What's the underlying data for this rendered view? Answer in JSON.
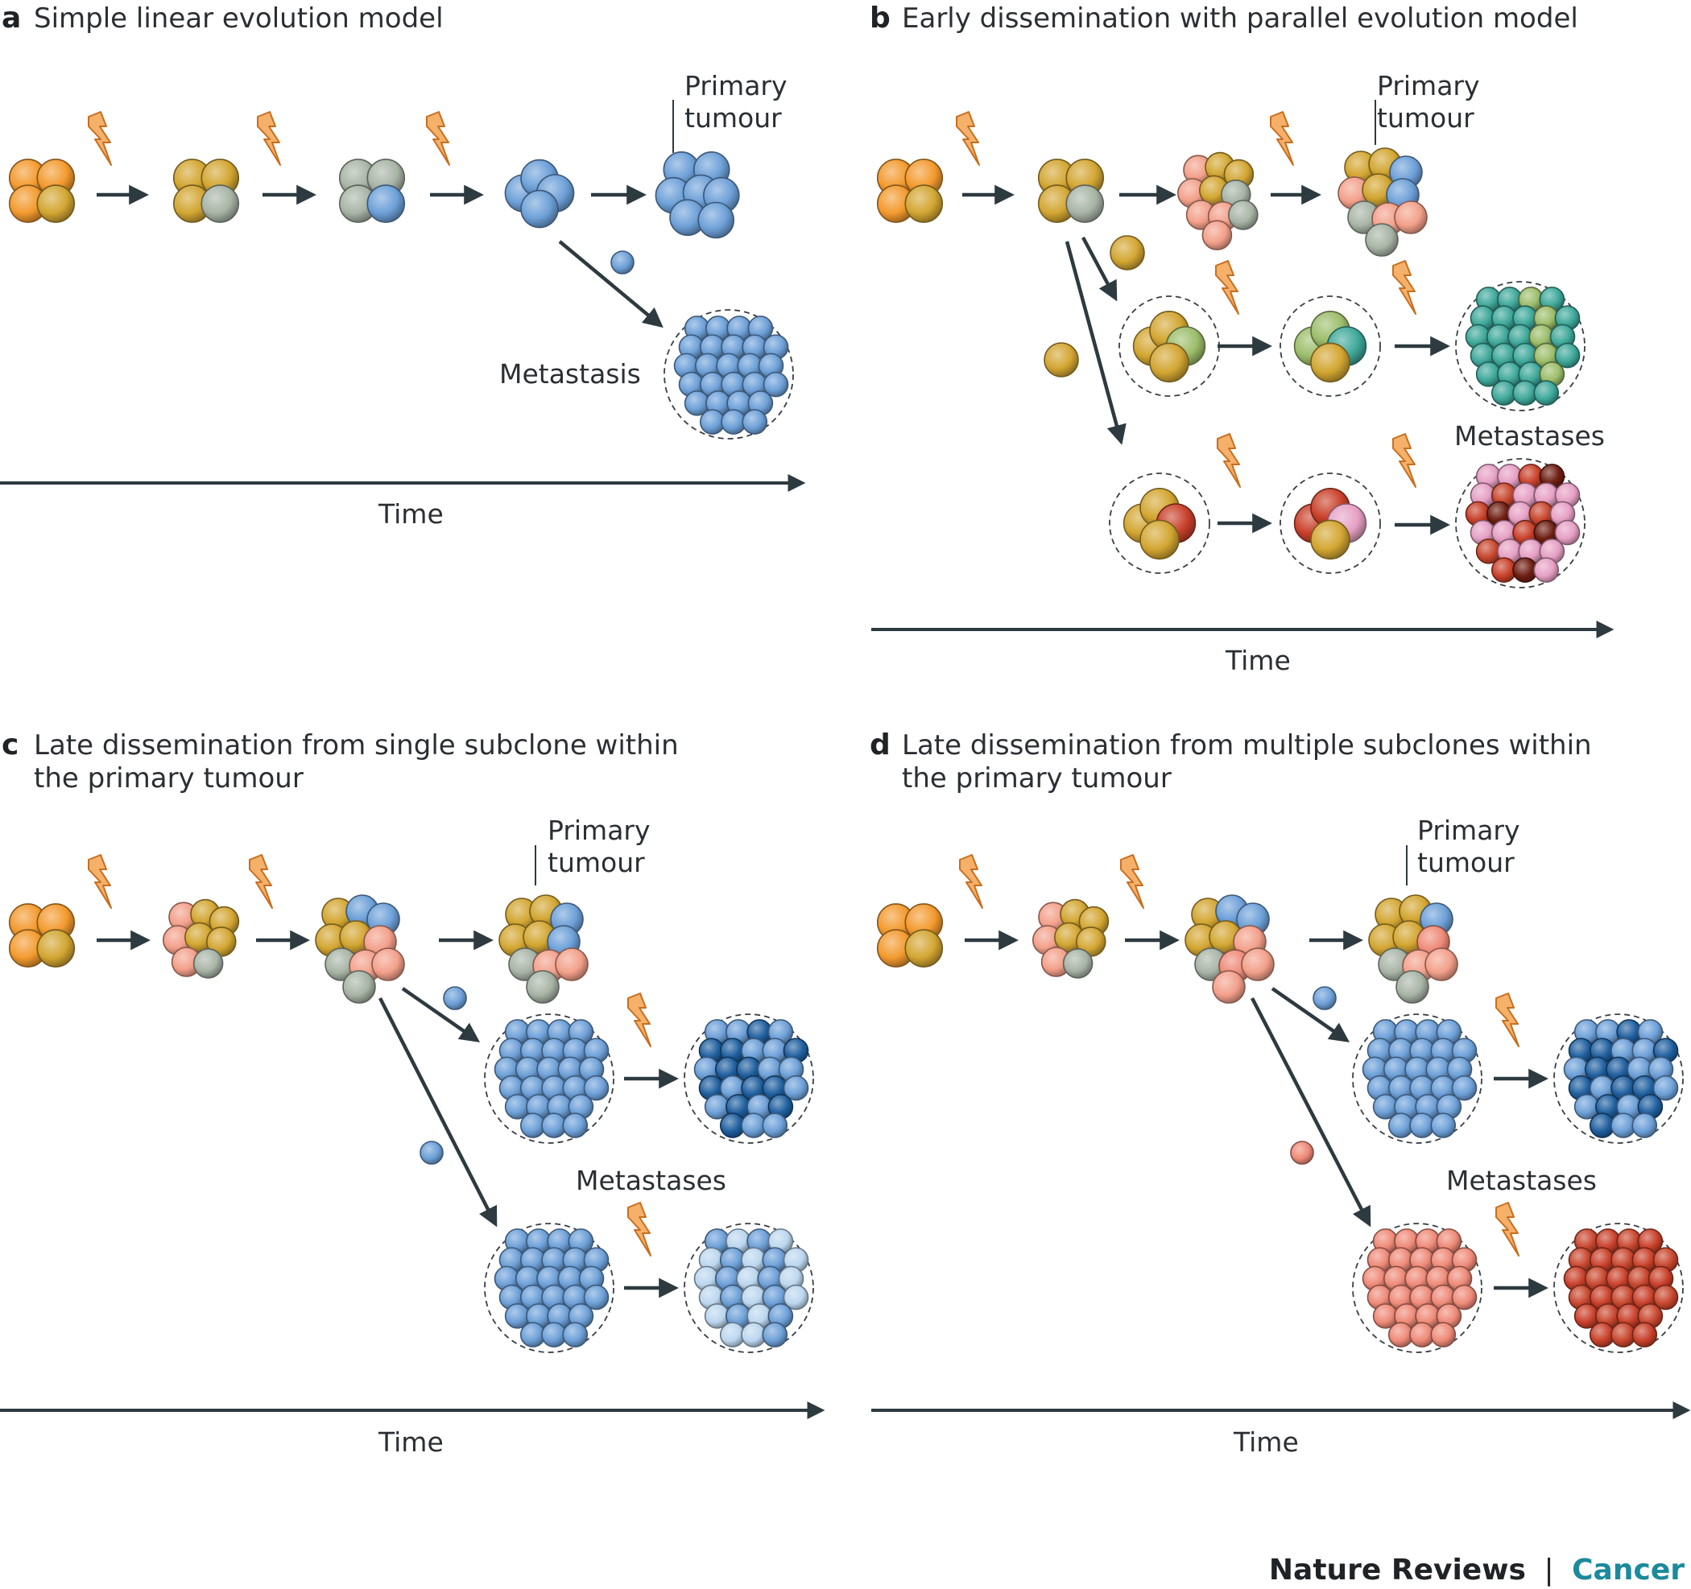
{
  "panels": [
    {
      "letter": "a",
      "title_lines": [
        "Simple linear evolution model"
      ]
    },
    {
      "letter": "b",
      "title_lines": [
        "Early dissemination with parallel evolution model"
      ]
    },
    {
      "letter": "c",
      "title_lines": [
        "Late dissemination from single subclone within",
        "the primary tumour"
      ]
    },
    {
      "letter": "d",
      "title_lines": [
        "Late dissemination from multiple subclones within",
        "the primary tumour"
      ]
    }
  ],
  "labels": {
    "primary": [
      "Primary",
      "tumour"
    ],
    "metastasis": "Metastasis",
    "metastases": "Metastases",
    "time": "Time"
  },
  "footer": {
    "journal": "Nature Reviews",
    "separator": "|",
    "section": "Cancer"
  },
  "colors": {
    "orange": "#f39a2e",
    "gold": "#d3a632",
    "grey_green": "#a8b4a6",
    "blue": "#6da0d8",
    "dark_blue": "#1f5f9f",
    "light_blue": "#bcd7ef",
    "salmon": "#f3a08a",
    "olive_green": "#9cbd6a",
    "teal": "#3ea89a",
    "red": "#c9402a",
    "pink": "#e6a0c4",
    "dark_red": "#6e1e12",
    "brick": "#c8472e",
    "coral": "#ef8a78",
    "lightning": "#f5b06a",
    "arrow": "#2d3a40",
    "brand_teal": "#1b8a9a"
  },
  "icons": [
    "lightning-bolt-icon",
    "arrow-icon",
    "dashed-circle-icon",
    "cell-sphere-icon"
  ]
}
